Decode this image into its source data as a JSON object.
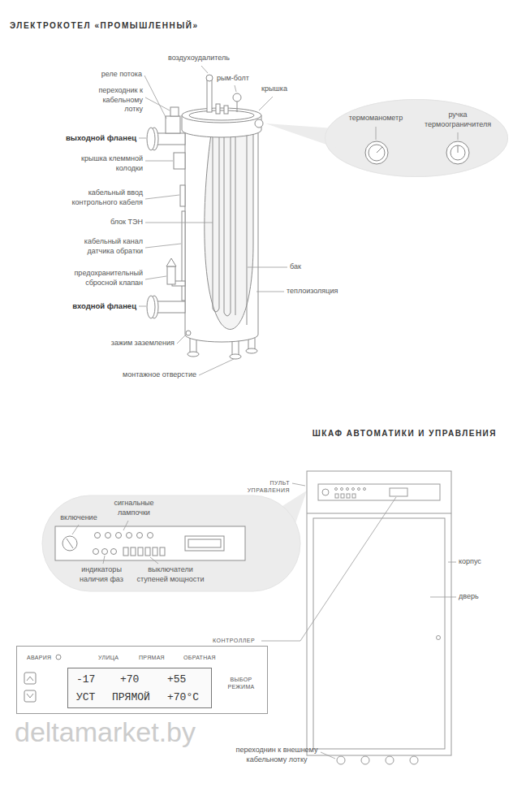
{
  "diagram": {
    "title": "ЭЛЕКТРОКОТЕЛ «ПРОМЫШЛЕННЫЙ»",
    "nodes": [
      {
        "text": [
          "термоманометр",
          "ручка термоограничителя"
        ]
      },
      {
        "text": [
          "включение",
          "сигнальные лампочки",
          "индикаторы наличия фаз",
          "выключатели ступеней мощности"
        ]
      },
      {
        "text": [
          "АВАРИЯ",
          "УЛИЦА",
          "ПРЯМАЯ",
          "ОБРАТНАЯ",
          "ВЫБОР РЕЖИМА"
        ]
      },
      {
        "text": [
          "-17",
          "+70",
          "+55",
          "УСТ",
          "ПРЯМОЙ",
          "+70°C"
        ],
        "in": 2
      }
    ],
    "labels": [
      "воздухоудалитель",
      "реле потока",
      "рым-болт",
      "крышка",
      "переходник к кабельному лотку",
      "выходной фланец",
      "крышка клеммной колодки",
      "кабельный ввод контрольного кабеля",
      "блок ТЭН",
      "кабельный канал датчика обратки",
      "предохранительный сбросной клапан",
      "входной фланец",
      "бак",
      "теплоизоляция",
      "зажим заземления",
      "монтажное отверстие",
      "ШКАФ АВТОМАТИКИ И УПРАВЛЕНИЯ",
      "ПУЛЬТ УПРАВЛЕНИЯ",
      "корпус",
      "дверь",
      "КОНТРОЛЛЕР",
      "переходнин к внешнему кабельному лотку",
      "deltamarket.by"
    ]
  }
}
